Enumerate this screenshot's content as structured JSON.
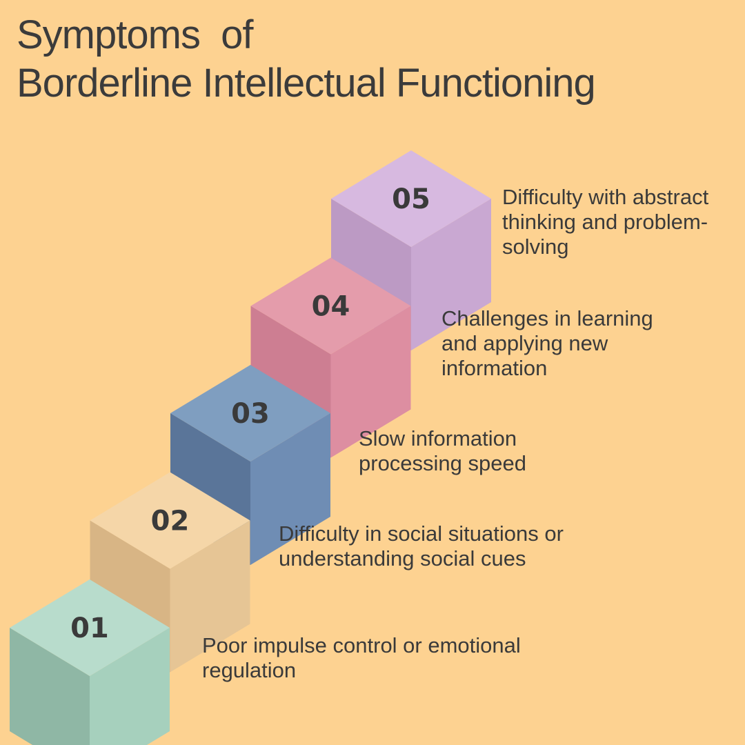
{
  "title": {
    "line1": "Symptoms  of",
    "line2": "Borderline Intellectual Functioning"
  },
  "steps": [
    {
      "number": "01",
      "lines": [
        "Poor impulse control or emotional",
        "regulation"
      ],
      "colors": {
        "top": "#b8dccc",
        "left": "#8fb7a5",
        "right": "#a6d0bd"
      }
    },
    {
      "number": "02",
      "lines": [
        "Difficulty in social situations or",
        "understanding social cues"
      ],
      "colors": {
        "top": "#f5d6a8",
        "left": "#d8b585",
        "right": "#e6c595"
      }
    },
    {
      "number": "03",
      "lines": [
        "Slow information",
        "processing speed"
      ],
      "colors": {
        "top": "#7f9ec0",
        "left": "#5a7599",
        "right": "#6f8db4"
      }
    },
    {
      "number": "04",
      "lines": [
        "Challenges in learning",
        "and applying new",
        "information"
      ],
      "colors": {
        "top": "#e49cab",
        "left": "#cd7e92",
        "right": "#dd8ea1"
      }
    },
    {
      "number": "05",
      "lines": [
        "Difficulty with abstract",
        "thinking and problem-",
        "solving"
      ],
      "colors": {
        "top": "#d7b9e0",
        "left": "#bc9ac4",
        "right": "#c9a8d2"
      }
    }
  ]
}
